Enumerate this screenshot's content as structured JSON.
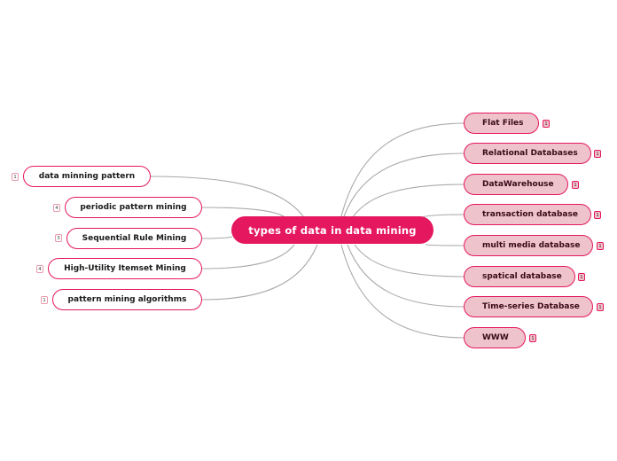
{
  "center": {
    "label": "types of data in data mining"
  },
  "left_branches": [
    {
      "label": "data minning pattern",
      "count": "1"
    },
    {
      "label": "periodic pattern mining",
      "count": "4"
    },
    {
      "label": "Sequential Rule Mining",
      "count": "3"
    },
    {
      "label": "High-Utility Itemset Mining",
      "count": "4"
    },
    {
      "label": "pattern mining algorithms",
      "count": "1"
    }
  ],
  "right_branches": [
    {
      "label": "Flat Files",
      "count": "1"
    },
    {
      "label": "Relational Databases",
      "count": "1"
    },
    {
      "label": "DataWarehouse",
      "count": "1"
    },
    {
      "label": "transaction database",
      "count": "1"
    },
    {
      "label": "multi media database",
      "count": "1"
    },
    {
      "label": "spatical database",
      "count": "1"
    },
    {
      "label": "Time-series Database",
      "count": "1"
    },
    {
      "label": "WWW",
      "count": "1"
    }
  ],
  "colors": {
    "accent": "#e5175e",
    "right_fill": "#eec3cb",
    "connector": "#aaaaaa"
  }
}
